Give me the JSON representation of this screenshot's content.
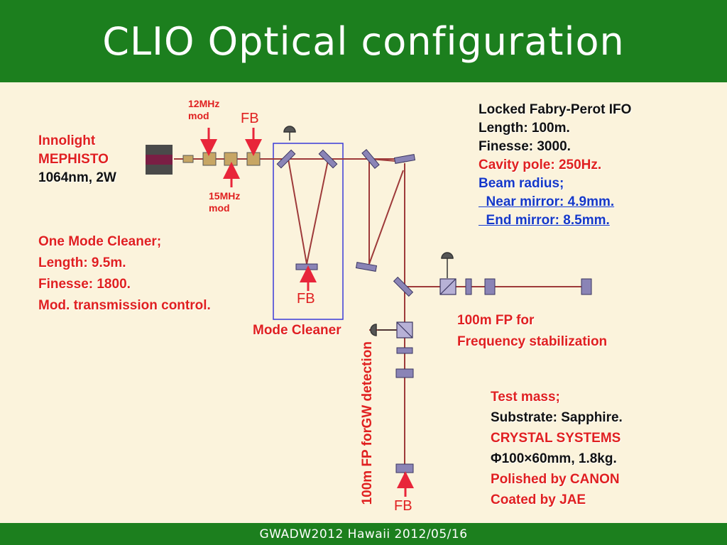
{
  "title": "CLIO Optical configuration",
  "footer": "GWADW2012 Hawaii 2012/05/16",
  "laser": {
    "line1": "Innolight",
    "line2": "MEPHISTO",
    "line3": "1064nm, 2W"
  },
  "mod_12": {
    "line1": "12MHz",
    "line2": "mod"
  },
  "mod_15": {
    "line1": "15MHz",
    "line2": "mod"
  },
  "fb_label": "FB",
  "mode_cleaner_label": "Mode Cleaner",
  "omc": {
    "line1": "One Mode Cleaner;",
    "line2": "Length: 9.5m.",
    "line3": "Finesse: 1800.",
    "line4": "Mod. transmission control."
  },
  "ifo": {
    "line1": "Locked Fabry-Perot IFO",
    "line2": "Length: 100m.",
    "line3": "Finesse: 3000.",
    "line4": "Cavity pole: 250Hz.",
    "line5": "Beam radius;",
    "line6": "  Near mirror: 4.9mm.",
    "line7": "  End mirror: 8.5mm."
  },
  "fp_freq": {
    "line1": "100m FP for",
    "line2": "Frequency stabilization"
  },
  "fp_gw": {
    "line1": "100m FP for",
    "line2": "GW detection"
  },
  "test_mass": {
    "line1": "Test mass;",
    "line2": "Substrate: Sapphire.",
    "line3": "CRYSTAL SYSTEMS",
    "line4": "Φ100×60mm, 1.8kg.",
    "line5": "Polished by CANON",
    "line6": "Coated by JAE"
  },
  "colors": {
    "header_green": "#1C7F1E",
    "background": "#FBF3DC",
    "beam": "#9E3A3A",
    "arrow": "#E8253A",
    "optic": "#8A84B6",
    "label_red": "#E02020",
    "label_blue": "#1538C8"
  }
}
